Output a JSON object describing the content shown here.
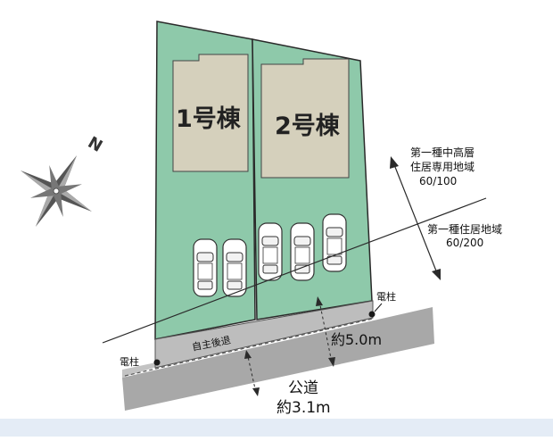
{
  "buildings": [
    {
      "label": "1号棟"
    },
    {
      "label": "2号棟"
    }
  ],
  "zoning": {
    "upper": {
      "line1": "第一種中高層",
      "line2": "住居専用地域",
      "line3": "60/100"
    },
    "lower": {
      "line1": "第一種住居地域",
      "line2": "60/200"
    }
  },
  "setback_label": "自主後退",
  "road": {
    "name": "公道",
    "width": "約3.1m"
  },
  "private_road_width": "約5.0m",
  "utility_pole_left": "電柱",
  "utility_pole_right": "電柱",
  "north_mark": "N",
  "colors": {
    "lot_fill": "#8ec9aa",
    "building_fill": "#d5d0bc",
    "road_fill": "#a8a8a8",
    "setback_fill": "#c3c3c3",
    "bottom_band": "#e4ecf6"
  }
}
